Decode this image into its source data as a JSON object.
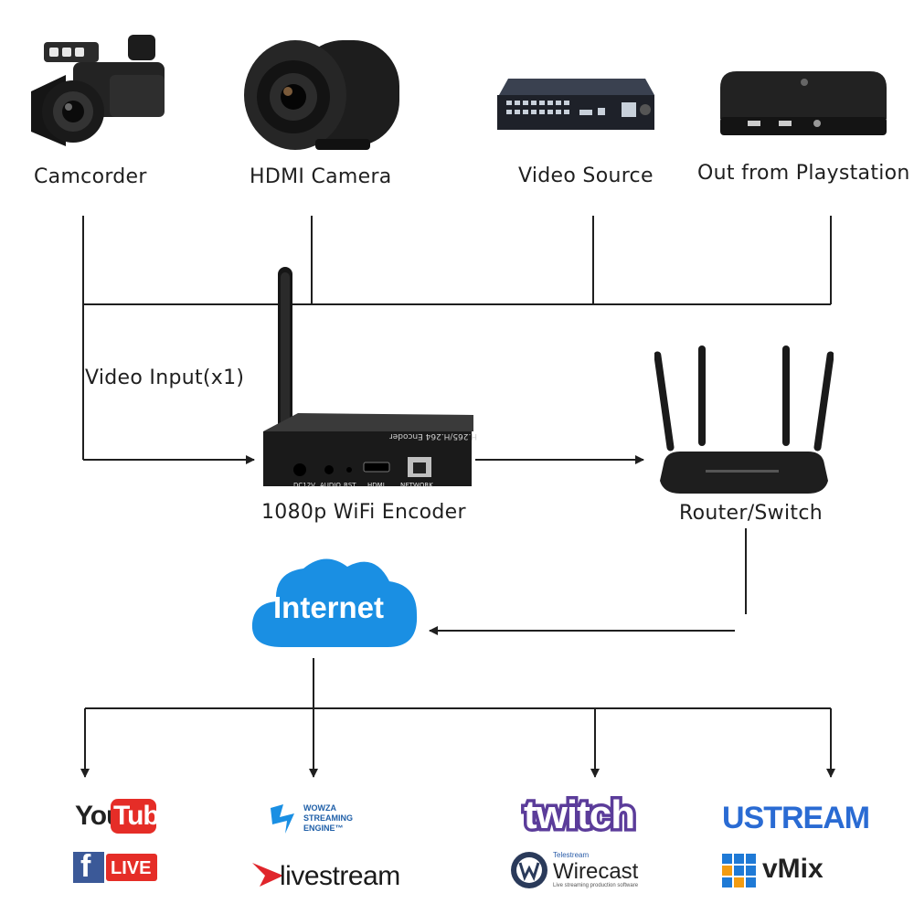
{
  "sources": {
    "camcorder": "Camcorder",
    "hdmi_camera": "HDMI Camera",
    "video_source": "Video Source",
    "playstation": "Out from Playstation"
  },
  "video_input_label": "Video Input(x1)",
  "encoder": {
    "label": "1080p WiFi Encoder",
    "top_text": "H.265/H.264 Encoder",
    "ports": [
      "DC12V",
      "AUDIO",
      "RST",
      "HDMI",
      "NETWORK"
    ]
  },
  "router": {
    "label": "Router/Switch"
  },
  "internet": {
    "label": "Internet"
  },
  "platforms": {
    "youtube_you": "You",
    "youtube_tube": "Tube",
    "facebook_f": "f",
    "facebook_live": "LIVE",
    "wowza_lines": [
      "WOWZA",
      "STREAMING",
      "ENGINE™"
    ],
    "livestream": "livestream",
    "twitch": "twitch",
    "telestream": "Telestream",
    "wirecast": "Wirecast",
    "wirecast_sub": "Live streaming production software",
    "ustream": "USTREAM",
    "vmix": "vMix"
  },
  "colors": {
    "line": "#1f1f1f",
    "internet_cloud": "#1a8fe3",
    "youtube_red": "#e52d27",
    "facebook_blue": "#3b5998",
    "twitch_purple": "#6441a5",
    "ustream_blue": "#2a6bd3",
    "livestream_red": "#e0252b"
  }
}
